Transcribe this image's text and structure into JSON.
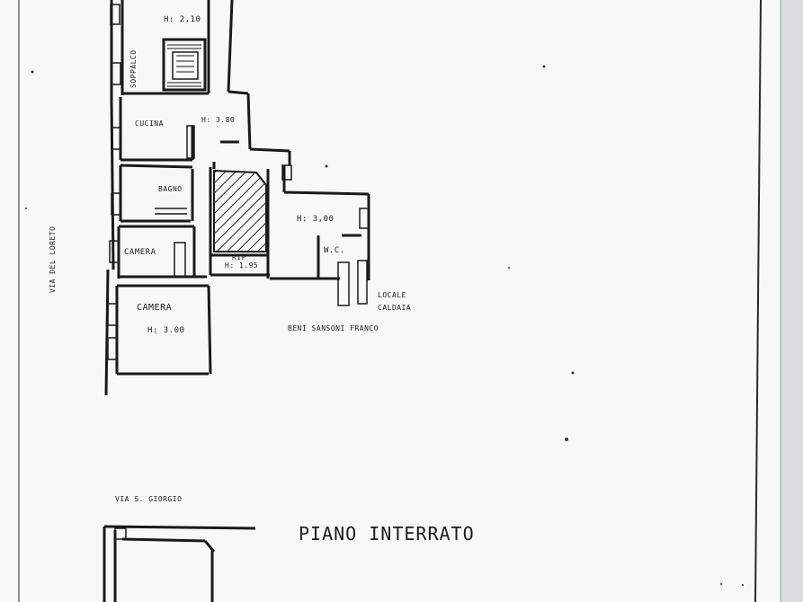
{
  "page": {
    "background": "#f7f8f8",
    "ink": "#1c1c1c"
  },
  "plan": {
    "rooms": {
      "soppalco": "SOPPALCO",
      "soppalco_height": "H: 2,10",
      "cucina": "CUCINA",
      "cucina_height": "H: 3.80",
      "bagno": "BAGNO",
      "camera_small": "CAMERA",
      "camera_large": "CAMERA",
      "camera_large_height": "H: 3.00",
      "rip": "RIP",
      "rip_height": "H: 1.95",
      "main_room_height": "H: 3,00",
      "wc": "W.C.",
      "locale_caldaia": "LOCALE CALDAIA"
    },
    "owner": "BENI SANSONI FRANCO",
    "streets": {
      "via_del_loreto": "VIA DEL LORETO",
      "via_s_giorgio": "VIA S. GIORGIO"
    },
    "section_title": "PIANO INTERRATO"
  }
}
